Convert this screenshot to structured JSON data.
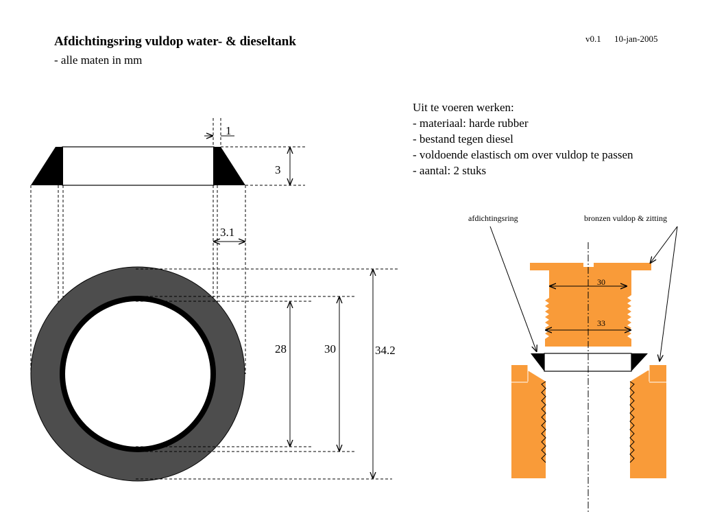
{
  "header": {
    "title": "Afdichtingsring vuldop water- & dieseltank",
    "subtitle": "- alle maten in mm",
    "version": "v0.1",
    "date": "10-jan-2005"
  },
  "works": {
    "heading": "Uit te voeren werken:",
    "items": [
      "- materiaal: harde rubber",
      "- bestand tegen diesel",
      "- voldoende elastisch om over vuldop te passen",
      "- aantal: 2 stuks"
    ]
  },
  "dimensions": {
    "wall_thickness": "1",
    "height": "3",
    "flange_width": "3.1",
    "inner_diameter": "28",
    "mid_diameter": "30",
    "outer_diameter": "34.2"
  },
  "assembly": {
    "label_ring": "afdichtingsring",
    "label_cap": "bronzen vuldop & zitting",
    "dim_upper": "30",
    "dim_lower": "33"
  },
  "colors": {
    "ring_gray": "#4d4d4d",
    "bronze": "#f99b39",
    "black": "#000000"
  }
}
